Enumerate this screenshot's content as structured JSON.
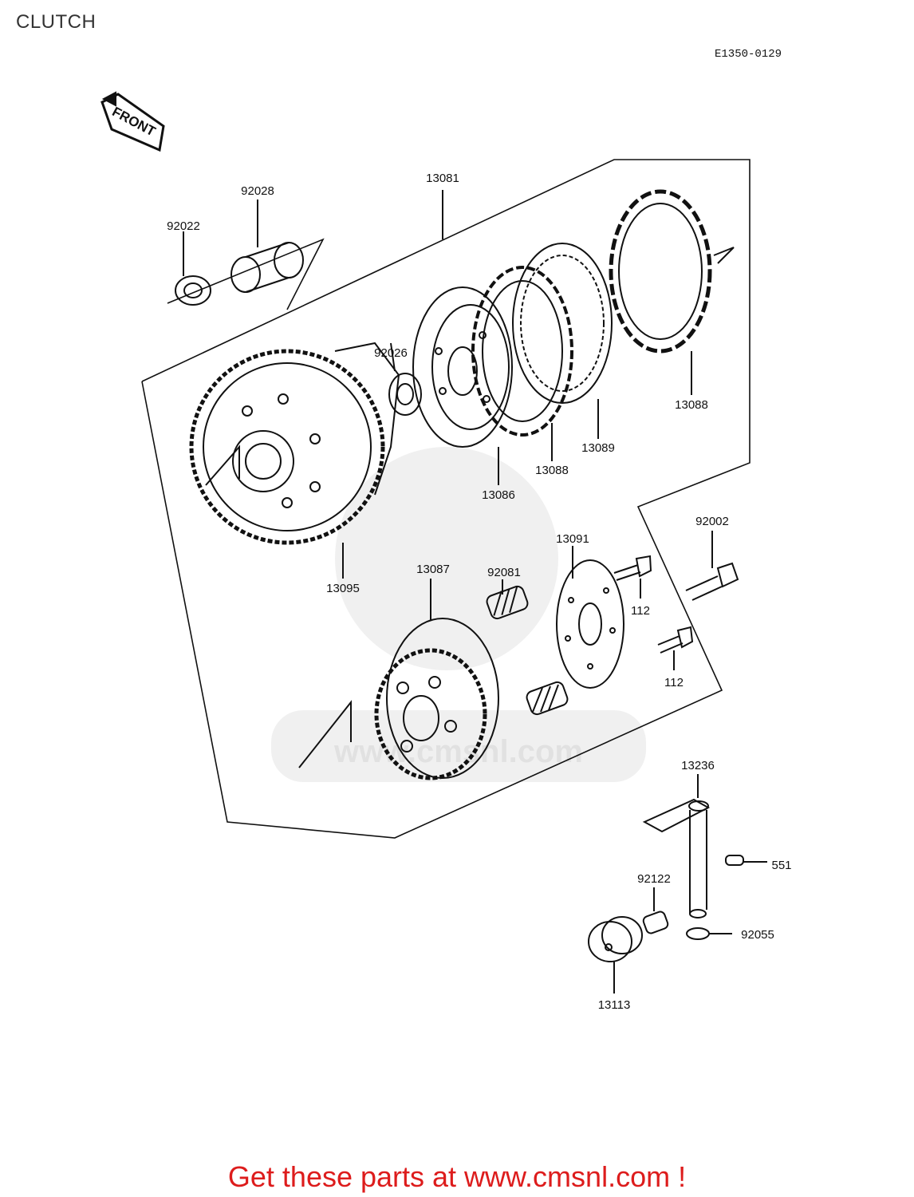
{
  "title": "CLUTCH",
  "diagram_code": "E1350-0129",
  "front_label": "FRONT",
  "watermark": "www.cmsnl.com",
  "promo": "Get these parts at www.cmsnl.com !",
  "parts": {
    "p13081": "13081",
    "p92028": "92028",
    "p92022": "92022",
    "p92026": "92026",
    "p13088a": "13088",
    "p13088b": "13088",
    "p13089": "13089",
    "p13086": "13086",
    "p13095": "13095",
    "p13091": "13091",
    "p92002": "92002",
    "p13087": "13087",
    "p92081": "92081",
    "p112a": "112",
    "p112b": "112",
    "p13236": "13236",
    "p551": "551",
    "p92122": "92122",
    "p92055": "92055",
    "p13113": "13113"
  },
  "colors": {
    "promo": "#dd1c1c",
    "line": "#111111"
  }
}
